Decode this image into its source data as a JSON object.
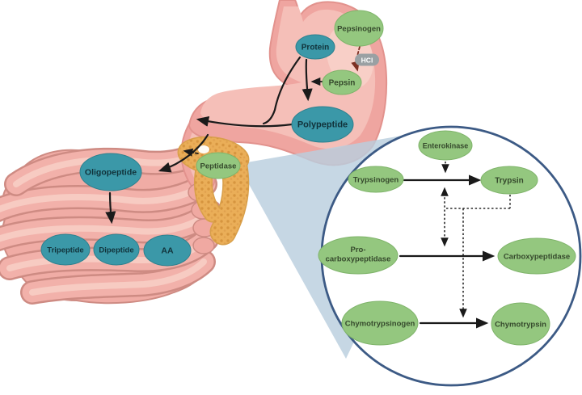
{
  "stomach": {
    "nodes": {
      "protein": "Protein",
      "pepsinogen": "Pepsinogen",
      "hcl": "HCl",
      "pepsin": "Pepsin",
      "polypeptide": "Polypeptide"
    }
  },
  "intestine": {
    "nodes": {
      "peptidase": "Peptidase",
      "oligopeptide": "Oligopeptide",
      "tripeptide": "Tripeptide",
      "dipeptide": "Dipeptide",
      "aa": "AA"
    }
  },
  "zoom_circle": {
    "nodes": {
      "enterokinase": "Enterokinase",
      "trypsinogen": "Trypsinogen",
      "trypsin": "Trypsin",
      "pro_carboxypeptidase_line1": "Pro-",
      "pro_carboxypeptidase_line2": "carboxypeptidase",
      "carboxypeptidase": "Carboxypeptidase",
      "chymotrypsinogen": "Chymotrypsinogen",
      "chymotrypsin": "Chymotrypsin"
    }
  },
  "edges": [
    {
      "from": "Pepsinogen",
      "to": "Pepsin",
      "style": "dashed-red",
      "via": "HCl"
    },
    {
      "from": "Protein",
      "to": "Polypeptide",
      "style": "solid"
    },
    {
      "from": "Pepsin",
      "to": "Protein-to-Polypeptide arrow",
      "style": "dashed"
    },
    {
      "from": "Protein/Polypeptide",
      "to": "duodenum",
      "style": "solid-curved"
    },
    {
      "from": "duodenum",
      "to": "Oligopeptide",
      "style": "solid-curved"
    },
    {
      "from": "Peptidase",
      "to": "duodenum-to-Oligopeptide arrow",
      "style": "dashed"
    },
    {
      "from": "Oligopeptide",
      "to": "Tripeptide / Dipeptide / AA",
      "style": "solid"
    },
    {
      "from": "Enterokinase",
      "to": "Trypsinogen-to-Trypsin arrow",
      "style": "dotted"
    },
    {
      "from": "Trypsinogen",
      "to": "Trypsin",
      "style": "solid"
    },
    {
      "from": "Trypsin",
      "to": "Trypsinogen-to-Trypsin arrow",
      "style": "dotted-bidirectional"
    },
    {
      "from": "Trypsin",
      "to": "Pro-carboxypeptidase-to-Carboxypeptidase arrow",
      "style": "dotted"
    },
    {
      "from": "Trypsin",
      "to": "Chymotrypsinogen-to-Chymotrypsin arrow",
      "style": "dotted"
    },
    {
      "from": "Pro-carboxypeptidase",
      "to": "Carboxypeptidase",
      "style": "solid"
    },
    {
      "from": "Chymotrypsinogen",
      "to": "Chymotrypsin",
      "style": "solid"
    }
  ],
  "colors": {
    "node_teal": "#3b98a8",
    "node_teal_border": "#2e818f",
    "text_teal": "#11323a",
    "node_green": "#94c77f",
    "node_green_border": "#7fb46a",
    "text_green": "#35492c",
    "hcl_gray": "#9aa0a3",
    "hcl_text": "#ffffff",
    "circle_border": "#3c5a85",
    "circle_fill": "#ffffff",
    "arrow_black": "#1a1a1a",
    "arrow_red": "#7d2f23",
    "stomach": "#efa5a0",
    "stomach_outline": "#e2928d",
    "stomach_inner": "#f5bfb8",
    "stomach_highlight": "#f9d3ca",
    "intestine": "#f0aca5",
    "intestine_outline": "#ce8b83",
    "pancreas": "#eaae58",
    "pancreas_dots": "#d6953f",
    "wedge": "#b9cede"
  }
}
